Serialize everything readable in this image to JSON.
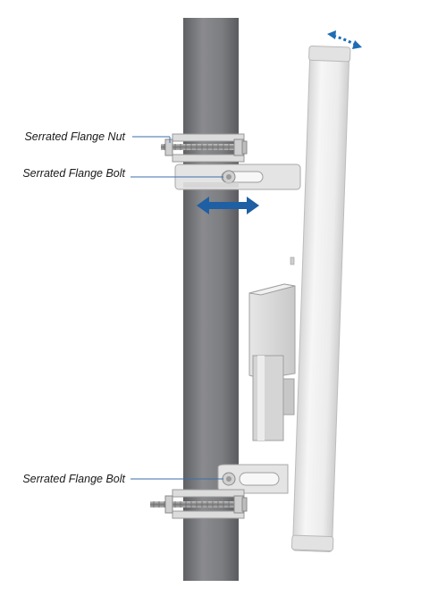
{
  "labels": {
    "top_nut": "Serrated Flange Nut",
    "top_bolt": "Serrated Flange Bolt",
    "bottom_bolt": "Serrated Flange Bolt"
  },
  "colors": {
    "pole": "#7f8083",
    "pole_dark": "#5c5d60",
    "antenna": "#ececec",
    "metal": "#d9d9d9",
    "leader": "#3a6fa8",
    "arrow": "#1f5fa3",
    "tilt_arrow": "#1f6cb5"
  },
  "icons": {
    "slide_arrow": "double-headed-arrow-icon",
    "tilt_arrow": "dashed-double-arrow-icon"
  }
}
